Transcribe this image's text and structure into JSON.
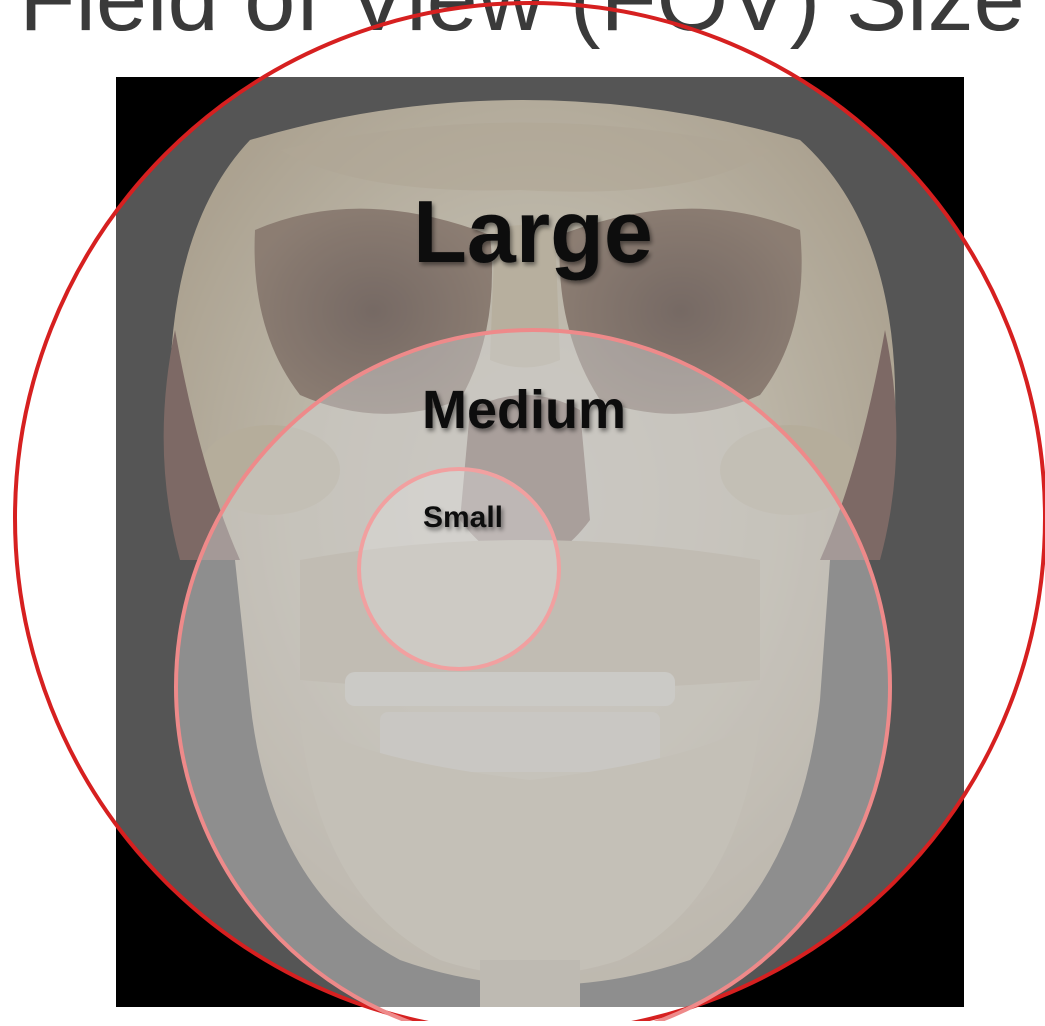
{
  "slide": {
    "title": "Field of View (FOV) Size"
  },
  "image": {
    "subject": "3D rendered CBCT skull, frontal view",
    "icon": "skull-image"
  },
  "fov_regions": [
    {
      "label": "Large",
      "ring_color": "#d62020"
    },
    {
      "label": "Medium",
      "ring_color": "#ee8a8a"
    },
    {
      "label": "Small",
      "ring_color": "#f1a0a0"
    }
  ],
  "colors": {
    "background": "#ffffff",
    "image_background": "#000000",
    "overlay": "#b8b8b8",
    "bone": "#e6dcc4",
    "text": "#0d0d0d"
  }
}
